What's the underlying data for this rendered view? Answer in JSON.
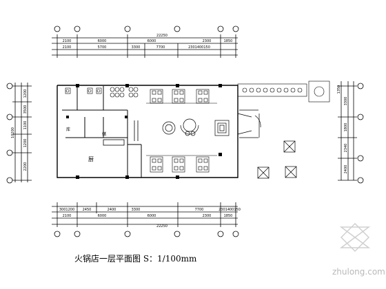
{
  "top_dims": {
    "overall": "22250",
    "row_a": [
      "2100",
      "5700",
      "3300",
      "7700",
      "2301400150"
    ],
    "row_b": [
      "2100",
      "6000",
      "6000",
      "2300",
      "1850"
    ]
  },
  "bottom_dims": {
    "row_a": [
      "3001200",
      "2450",
      "2400",
      "3300",
      "7700",
      "2301400150"
    ],
    "row_b": [
      "2100",
      "6000",
      "6000",
      "2300",
      "1850"
    ],
    "overall": "22250"
  },
  "left_dims": {
    "outer": "10200",
    "inner": [
      "1200",
      "3500",
      "1100",
      "1200",
      "2200"
    ]
  },
  "right_dims": {
    "outer": [
      "3300",
      "1800",
      "2340",
      "2400"
    ],
    "inner": [
      "1350"
    ]
  },
  "rooms": {
    "room_a": "厨",
    "room_b": "储",
    "room_c": "库"
  },
  "title": "火锅店一层平面图  S：1/100mm",
  "watermark": "zhulong.com"
}
